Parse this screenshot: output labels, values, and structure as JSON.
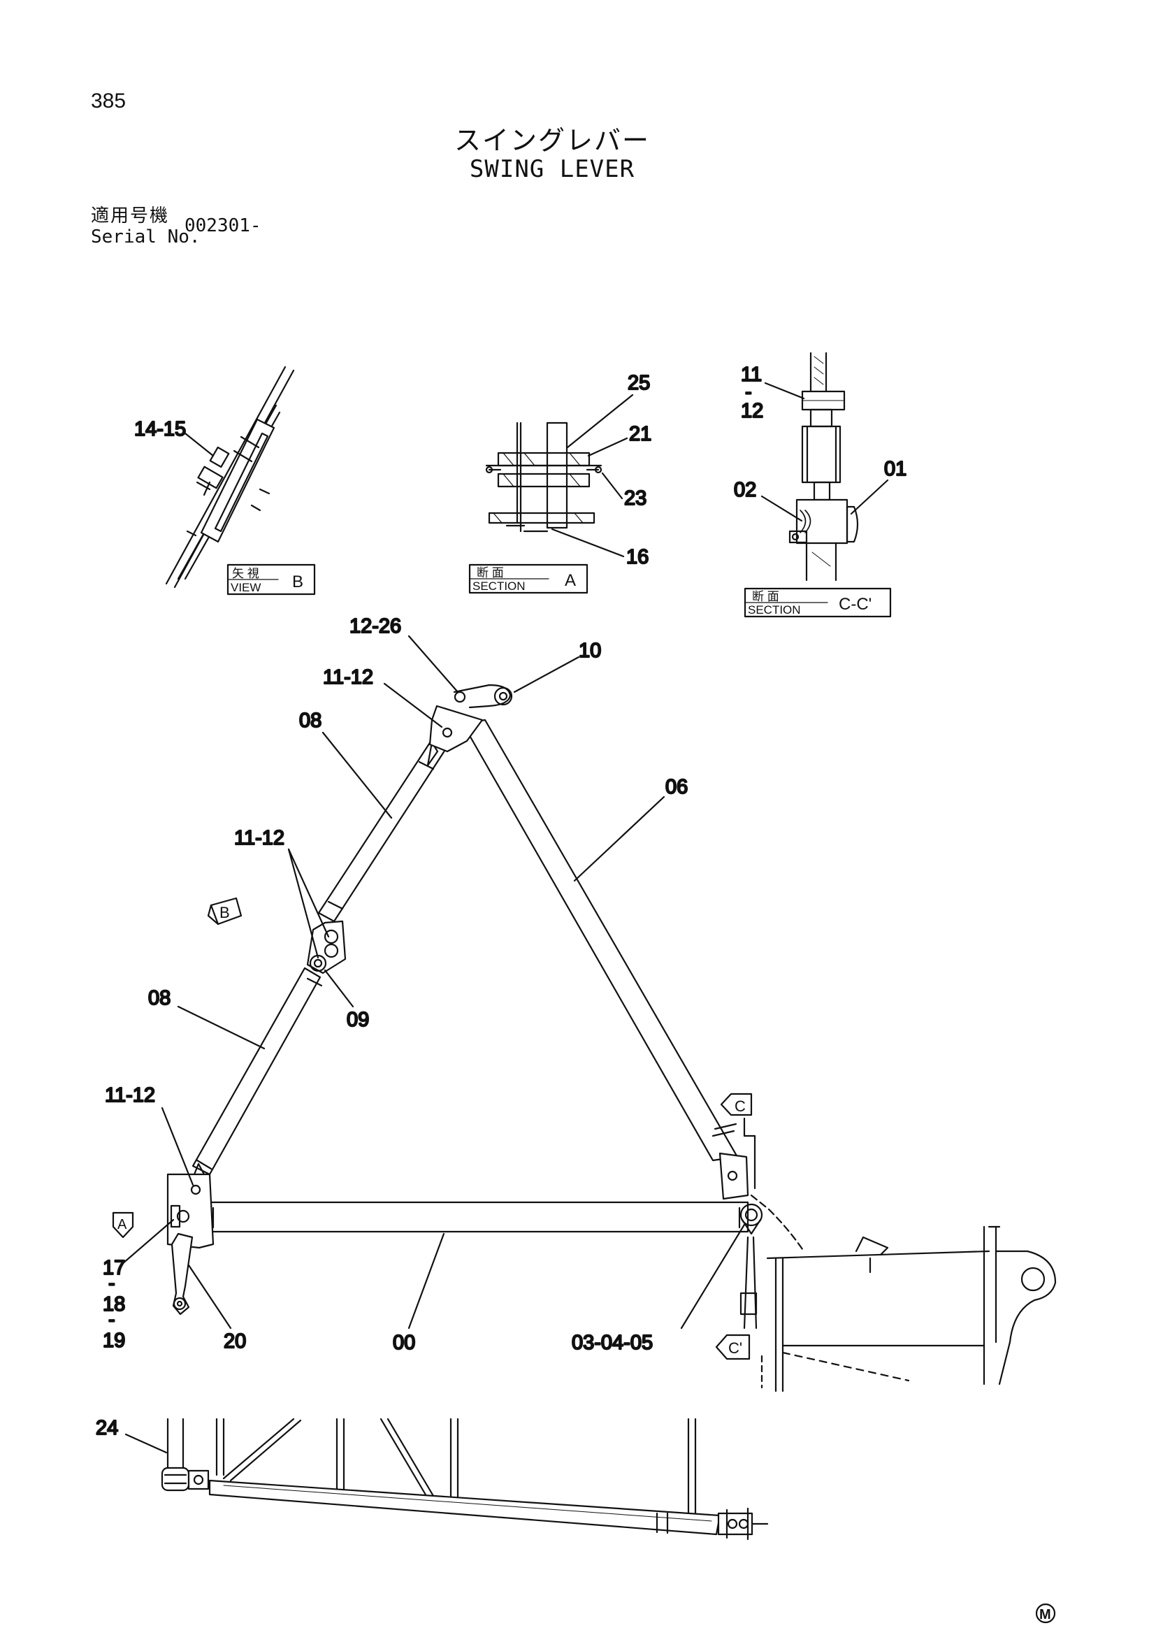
{
  "header": {
    "page_number": "385",
    "title_jp": "スイングレバー",
    "title_en": "SWING LEVER",
    "serial_label_jp": "適用号機",
    "serial_label_en": "Serial No.",
    "serial_value": "002301-"
  },
  "section_tags": {
    "view_b": {
      "jp": "矢 視",
      "en": "VIEW",
      "letter": "B"
    },
    "section_a": {
      "jp": "断 面",
      "en": "SECTION",
      "letter": "A"
    },
    "section_cc": {
      "jp": "断 面",
      "en": "SECTION",
      "letter": "C-C'"
    }
  },
  "view_arrows": {
    "b": "B",
    "a": "A",
    "c": "C",
    "c_prime": "C'"
  },
  "callouts": {
    "c_14_15": "14-15",
    "c_25": "25",
    "c_21": "21",
    "c_23": "23",
    "c_16": "16",
    "c_11_top": "11",
    "c_dash_top": "-",
    "c_12_top": "12",
    "c_01": "01",
    "c_02": "02",
    "c_12_26": "12-26",
    "c_10": "10",
    "c_11_12_apex": "11-12",
    "c_08_upper": "08",
    "c_06": "06",
    "c_11_12_mid": "11-12",
    "c_09": "09",
    "c_08_lower": "08",
    "c_11_12_left": "11-12",
    "c_17": "17",
    "c_dash_1": "-",
    "c_18": "18",
    "c_dash_2": "-",
    "c_19": "19",
    "c_20": "20",
    "c_00": "00",
    "c_03_04_05": "03-04-05",
    "c_24": "24"
  },
  "footer": {
    "mark": "M"
  }
}
